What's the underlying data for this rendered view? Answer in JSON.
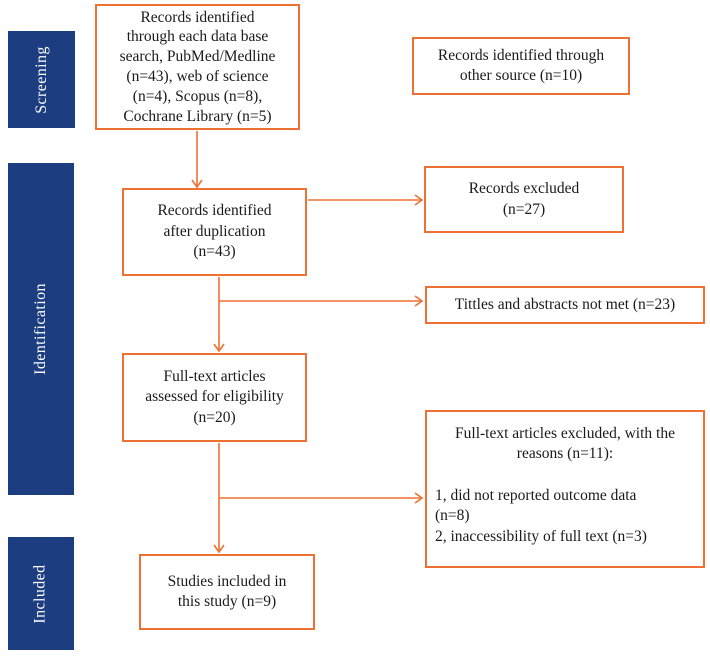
{
  "colors": {
    "accent_orange": "#ed7132",
    "sidebar_blue": "#1c3d7f",
    "text_black": "#1a1a1a",
    "background": "#ffffff"
  },
  "sidebar": {
    "screening_label": "Screening",
    "identification_label": "Identification",
    "included_label": "Included"
  },
  "boxes": {
    "database_search": "Records identified\nthrough each data base\nsearch, PubMed/Medline\n(n=43), web of science\n(n=4), Scopus (n=8),\nCochrane Library (n=5)",
    "other_source": "Records identified through\nother source (n=10)",
    "after_duplication": "Records identified\nafter duplication\n(n=43)",
    "records_excluded": "Records excluded\n(n=27)",
    "titles_abstracts_not_met": "Tittles and abstracts not met (n=23)",
    "fulltext_assessed": "Full-text articles\nassessed for eligibility\n(n=20)",
    "fulltext_excluded_heading": "Full-text articles excluded, with the\nreasons (n=11):",
    "fulltext_excluded_reasons": "1, did not reported outcome data\n(n=8)\n2, inaccessibility of full text (n=3)",
    "studies_included": "Studies included in\nthis study (n=9)"
  }
}
